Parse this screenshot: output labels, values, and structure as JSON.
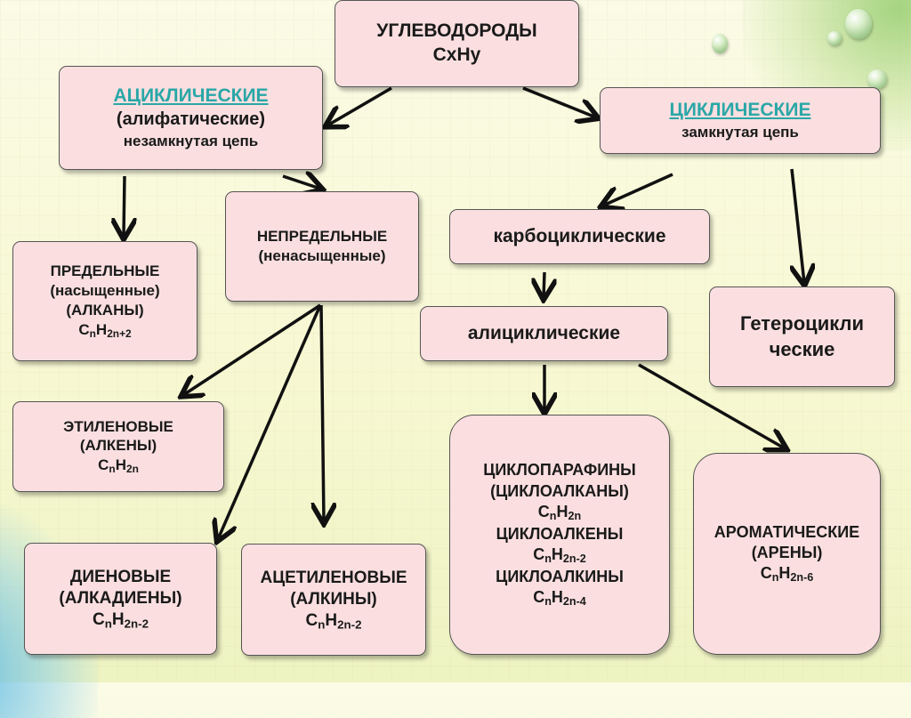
{
  "nodes": {
    "root": {
      "line1": "УГЛЕВОДОРОДЫ",
      "line2": "CxHy"
    },
    "acyclic": {
      "title": "АЦИКЛИЧЕСКИЕ",
      "line2": "(алифатические)",
      "line3": "незамкнутая цепь"
    },
    "cyclic": {
      "title": "ЦИКЛИЧЕСКИЕ",
      "line2": "замкнутая цепь"
    },
    "unsaturated": {
      "line1": "НЕПРЕДЕЛЬНЫЕ",
      "line2": "(ненасыщенные)"
    },
    "saturated": {
      "line1": "ПРЕДЕЛЬНЫЕ",
      "line2": "(насыщенные)",
      "line3": "(АЛКАНЫ)",
      "formula": {
        "c": "C",
        "n": "n",
        "h": "H",
        "idx": "2n+2"
      }
    },
    "carbocyclic": {
      "line1": "карбоциклические"
    },
    "alicyclic": {
      "line1": "алициклические"
    },
    "heterocyclic": {
      "line1": "Гетероцикли",
      "line2": "ческие"
    },
    "ethylene": {
      "line1": "ЭТИЛЕНОВЫЕ",
      "line2": "(АЛКЕНЫ)",
      "formula": {
        "c": "C",
        "n": "n",
        "h": "H",
        "idx": "2n"
      }
    },
    "diene": {
      "line1": "ДИЕНОВЫЕ",
      "line2": "(АЛКАДИЕНЫ)",
      "formula": {
        "c": "C",
        "n": "n",
        "h": "H",
        "idx": "2n-2"
      }
    },
    "acetylene": {
      "line1": "АЦЕТИЛЕНОВЫЕ",
      "line2": "(АЛКИНЫ)",
      "formula": {
        "c": "C",
        "n": "n",
        "h": "H",
        "idx": "2n-2"
      }
    },
    "cyclo": {
      "line1": "ЦИКЛОПАРАФИНЫ",
      "line2": "(ЦИКЛОАЛКАНЫ)",
      "formula1": {
        "c": "C",
        "n": "n",
        "h": "H",
        "idx": "2n"
      },
      "line3": "ЦИКЛОАЛКЕНЫ",
      "formula2": {
        "c": "C",
        "n": "n",
        "h": "H",
        "idx": "2n-2"
      },
      "line4": "ЦИКЛОАЛКИНЫ",
      "formula3": {
        "c": "C",
        "n": "n",
        "h": "H",
        "idx": "2n-4"
      }
    },
    "aromatic": {
      "line1": "АРОМАТИЧЕСКИЕ",
      "line2": "(АРЕНЫ)",
      "formula": {
        "c": "C",
        "n": "n",
        "h": "H",
        "idx": "2n-6"
      }
    }
  },
  "colors": {
    "box_fill": "#fbdfe0",
    "title_accent": "#2aa7a7",
    "arrow": "#111111"
  }
}
